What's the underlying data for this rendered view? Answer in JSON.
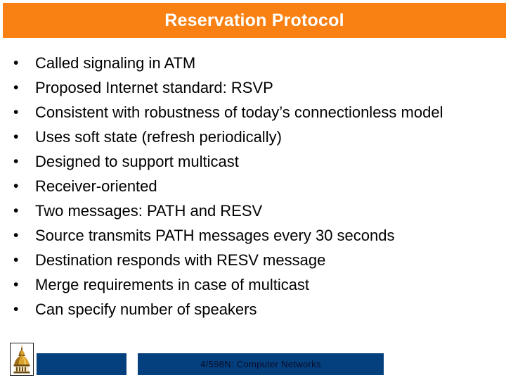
{
  "slide": {
    "title": "Reservation Protocol",
    "title_bar_color": "#f98012",
    "title_text_color": "#ffffff",
    "background_color": "#ffffff",
    "body_text_color": "#000000",
    "bullet_marker": "•",
    "bullets": [
      {
        "text": "Called signaling in ATM"
      },
      {
        "text": "Proposed Internet standard: RSVP"
      },
      {
        "text": "Consistent with robustness of today’s connectionless model"
      },
      {
        "text": "Uses soft state (refresh periodically)"
      },
      {
        "text": "Designed to support multicast"
      },
      {
        "text": "Receiver-oriented"
      },
      {
        "text": "Two messages: PATH and RESV"
      },
      {
        "text": "Source transmits PATH messages every 30 seconds"
      },
      {
        "text": "Destination responds with RESV message"
      },
      {
        "text": "Merge requirements in case of multicast"
      },
      {
        "text": "Can specify number of speakers"
      }
    ]
  },
  "footer": {
    "logo_icon": "domed-building-icon",
    "logo_dome_color": "#c8881a",
    "bar_color": "#04407d",
    "course_label": "4/598N: Computer Networks",
    "course_text_color": "#0a0a28"
  }
}
